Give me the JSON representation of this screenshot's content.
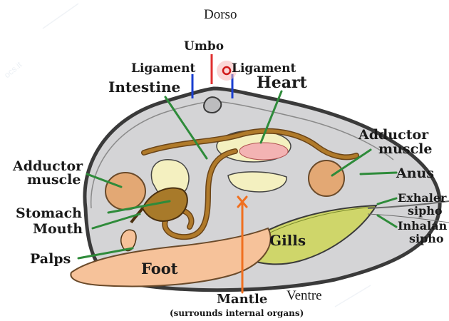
{
  "diagram": {
    "orientation": {
      "top": "Dorso",
      "bottom": "Ventre"
    },
    "labels": {
      "umbo": "Umbo",
      "ligament_left": "Ligament",
      "ligament_right": "Ligament",
      "intestine": "Intestine",
      "heart": "Heart",
      "adductor_left_1": "Adductor",
      "adductor_left_2": "muscle",
      "adductor_right_1": "Adductor",
      "adductor_right_2": "muscle",
      "anus": "Anus",
      "exhalent_1": "Exhaler",
      "exhalent_2": "sipho",
      "inhalant_1": "Inhalan",
      "inhalant_2": "sipho",
      "stomach": "Stomach",
      "mouth": "Mouth",
      "palps": "Palps",
      "gills": "Gills",
      "foot": "Foot",
      "mantle": "Mantle",
      "mantle_note": "(surrounds internal organs)"
    },
    "colors": {
      "shell_outline": "#3a3a3a",
      "body_fill": "#d4d4d6",
      "adductor": "#e3a874",
      "stomach": "#a87a2a",
      "intestine": "#b07a2a",
      "foot": "#f6c29a",
      "gills": "#cfd66a",
      "heart_pericardium": "#f4f0c0",
      "leader_lines": "#2e8b3a",
      "umbo_line": "#e03030",
      "ligament_lines": "#1a3fd0",
      "mantle_marker": "#f07020"
    }
  }
}
